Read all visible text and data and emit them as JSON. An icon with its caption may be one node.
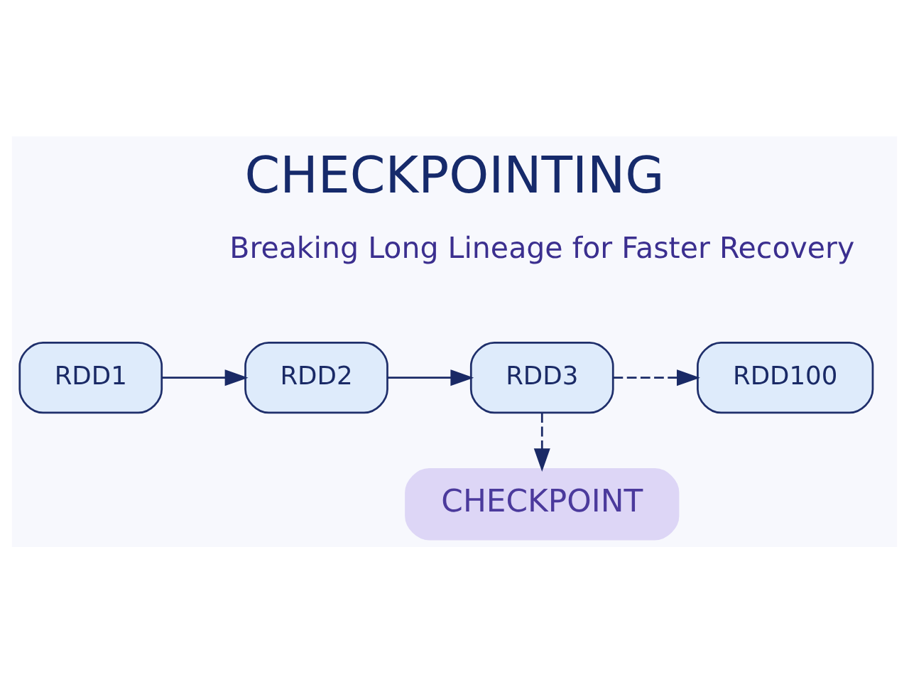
{
  "diagram": {
    "title": "CHECKPOINTING",
    "nodes": [
      {
        "text": [
          "RDD1"
        ]
      },
      {
        "text": [
          "RDD2"
        ]
      },
      {
        "text": [
          "RDD3"
        ]
      },
      {
        "text": [
          "RDD100"
        ]
      },
      {
        "text": [
          "CHECKPOINT"
        ]
      }
    ],
    "edges": [
      {
        "from": 0,
        "to": 1,
        "arrow": "to"
      },
      {
        "from": 1,
        "to": 2,
        "arrow": "to"
      },
      {
        "from": 2,
        "to": 3,
        "arrow": "to",
        "style": "dashed"
      },
      {
        "from": 2,
        "to": 4,
        "arrow": "to",
        "style": "dashed"
      }
    ],
    "labels": [
      "Breaking Long Lineage for Faster Recovery"
    ]
  }
}
